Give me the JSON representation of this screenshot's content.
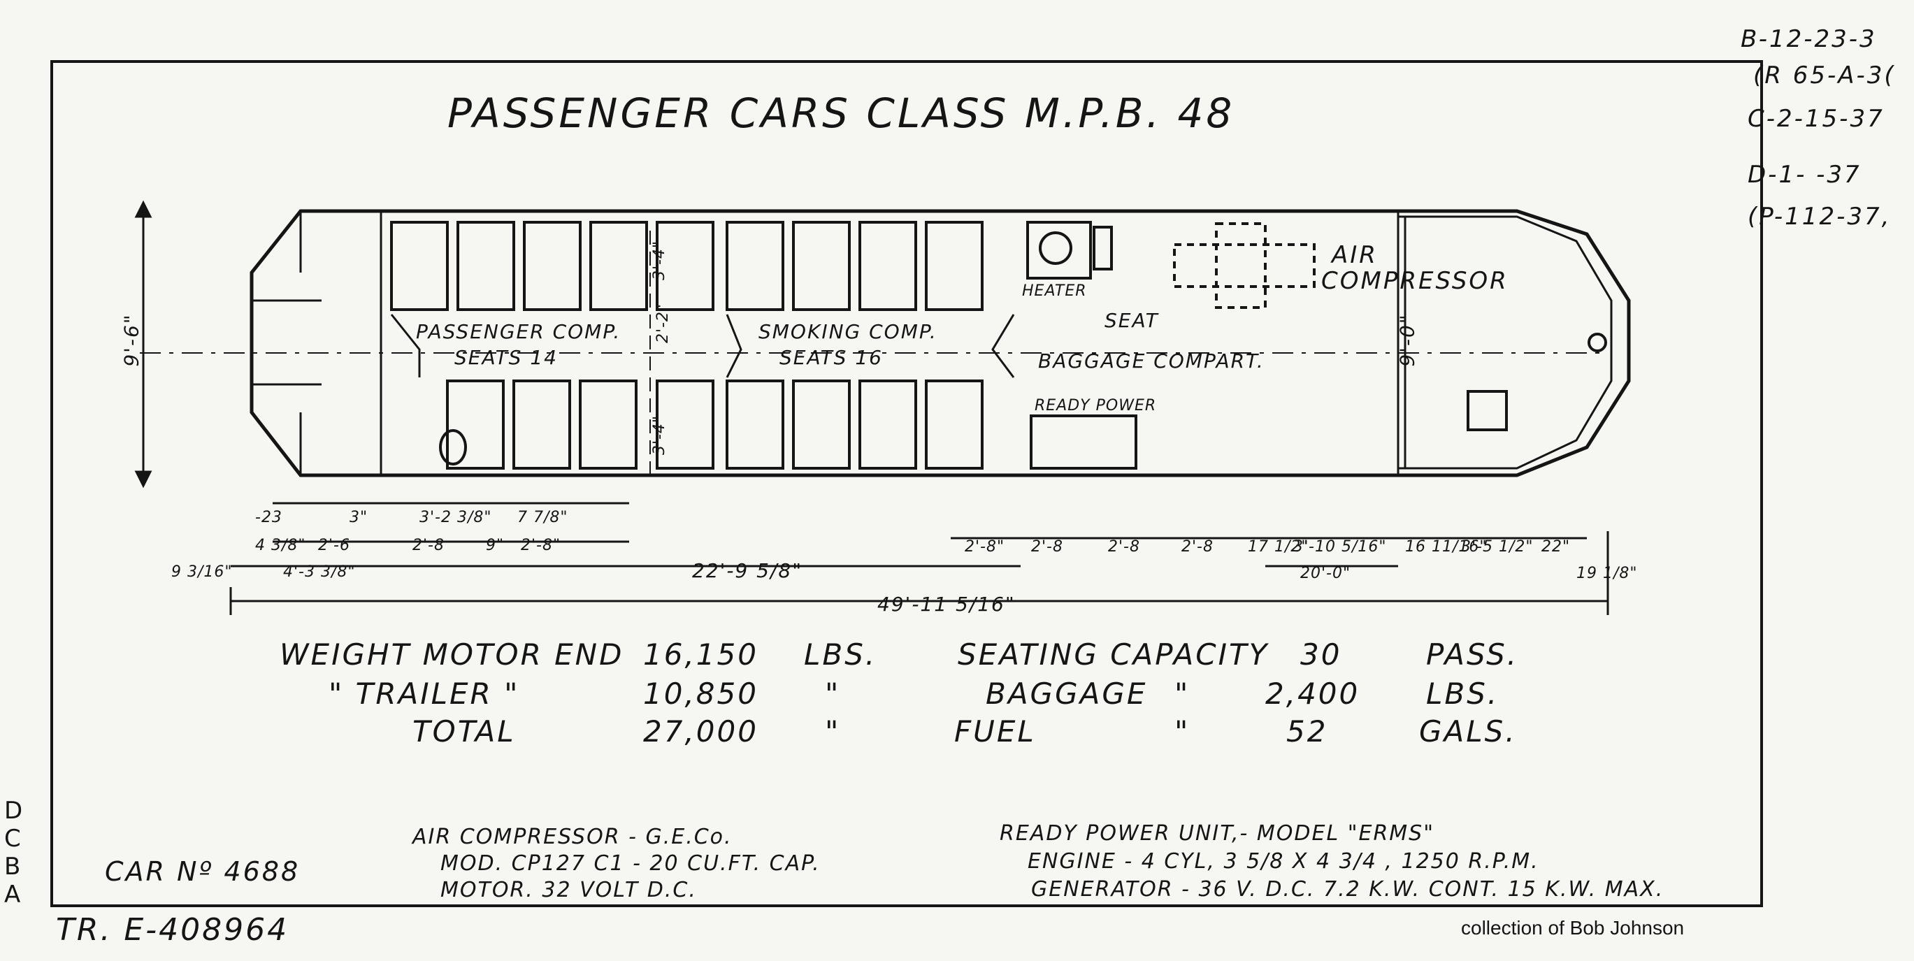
{
  "title": "PASSENGER CARS CLASS M.P.B. 48",
  "revisions": [
    "B-12-23-3",
    "(R 65-A-3(",
    "C-2-15-37",
    "D-1- -37",
    "(P-112-37,"
  ],
  "revisions_side": [
    "D",
    "C",
    "B",
    "A"
  ],
  "compartments": {
    "passenger": "PASSENGER COMP.",
    "passenger_seats": "SEATS 14",
    "smoking": "SMOKING COMP.",
    "smoking_seats": "SEATS 16",
    "baggage": "BAGGAGE COMPART.",
    "heater": "HEATER",
    "seat": "SEAT",
    "air": "AIR",
    "compressor": "COMPRESSOR",
    "ready_power": "READY POWER"
  },
  "dimensions": {
    "height": "9'-6\"",
    "inner_height": "9'-0\"",
    "seat_pitch_a": "3'-4\"",
    "seat_pitch_b": "2'-2\"",
    "seat_pitch_c": "3'-4\"",
    "left_row1": [
      "-23",
      "3\"",
      "3'-2 3/8\"",
      "7 7/8\""
    ],
    "left_row2": [
      "4 3/8\"",
      "2'-6",
      "2'-8",
      "9\"",
      "2'-8\""
    ],
    "left_row3": [
      "9 3/16\"",
      "4'-3 3/8\"",
      "22'-9 5/8\""
    ],
    "right_row": [
      "2'-8\"",
      "2'-8",
      "2'-8",
      "2'-8",
      "17 1/2\"",
      "3'-10 5/16\"",
      "16 11/16\"",
      "3'-5 1/2\"",
      "22\""
    ],
    "span_20": "20'-0\"",
    "end_offset": "19 1/8\"",
    "overall": "49'-11 5/16\""
  },
  "weights": [
    {
      "label": "WEIGHT MOTOR END",
      "value": "16,150",
      "unit": "LBS."
    },
    {
      "label": "\"   TRAILER  \"",
      "value": "10,850",
      "unit": "\""
    },
    {
      "label": "TOTAL",
      "value": "27,000",
      "unit": "\""
    }
  ],
  "capacity": [
    {
      "label": "SEATING CAPACITY",
      "ditto": "",
      "value": "30",
      "unit": "PASS."
    },
    {
      "label": "BAGGAGE",
      "ditto": "\"",
      "value": "2,400",
      "unit": "LBS."
    },
    {
      "label": "FUEL",
      "ditto": "\"",
      "value": "52",
      "unit": "GALS."
    }
  ],
  "car_no": "CAR Nº 4688",
  "air_compressor": [
    "AIR COMPRESSOR - G.E.Co.",
    "MOD. CP127 C1 - 20 CU.FT. CAP.",
    "MOTOR. 32 VOLT D.C."
  ],
  "ready_power_unit": [
    "READY POWER UNIT,- MODEL \"ERMS\"",
    "ENGINE - 4 CYL, 3 5/8 X 4 3/4 , 1250 R.P.M.",
    "GENERATOR - 36 V. D.C. 7.2 K.W. CONT. 15 K.W. MAX."
  ],
  "tracing_no": "TR. E-408964",
  "credit": "collection of Bob Johnson"
}
